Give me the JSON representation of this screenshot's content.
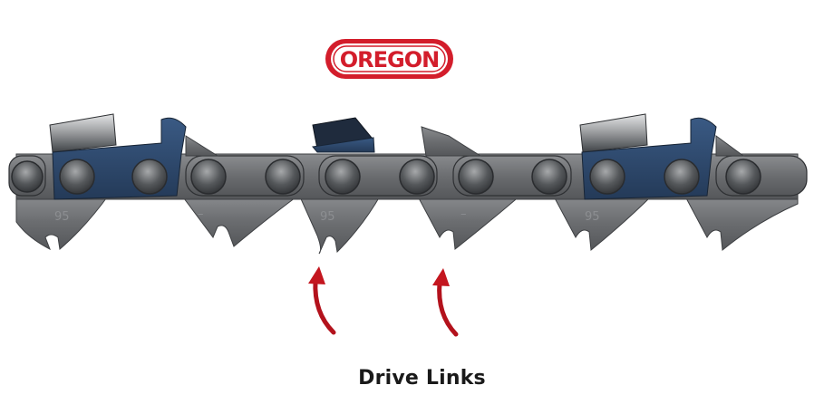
{
  "brand": {
    "logo_text": "OREGON",
    "logo_color": "#d31d2b"
  },
  "chain": {
    "gauge_marking": "95",
    "depth_marking": "–",
    "steel_color": "#6b6d70",
    "cutter_color": "#2f4a6e",
    "chrome_color": "#b8babc"
  },
  "annotation": {
    "label": "Drive Links",
    "arrow_color": "#b3121c",
    "arrow_count": 2
  }
}
